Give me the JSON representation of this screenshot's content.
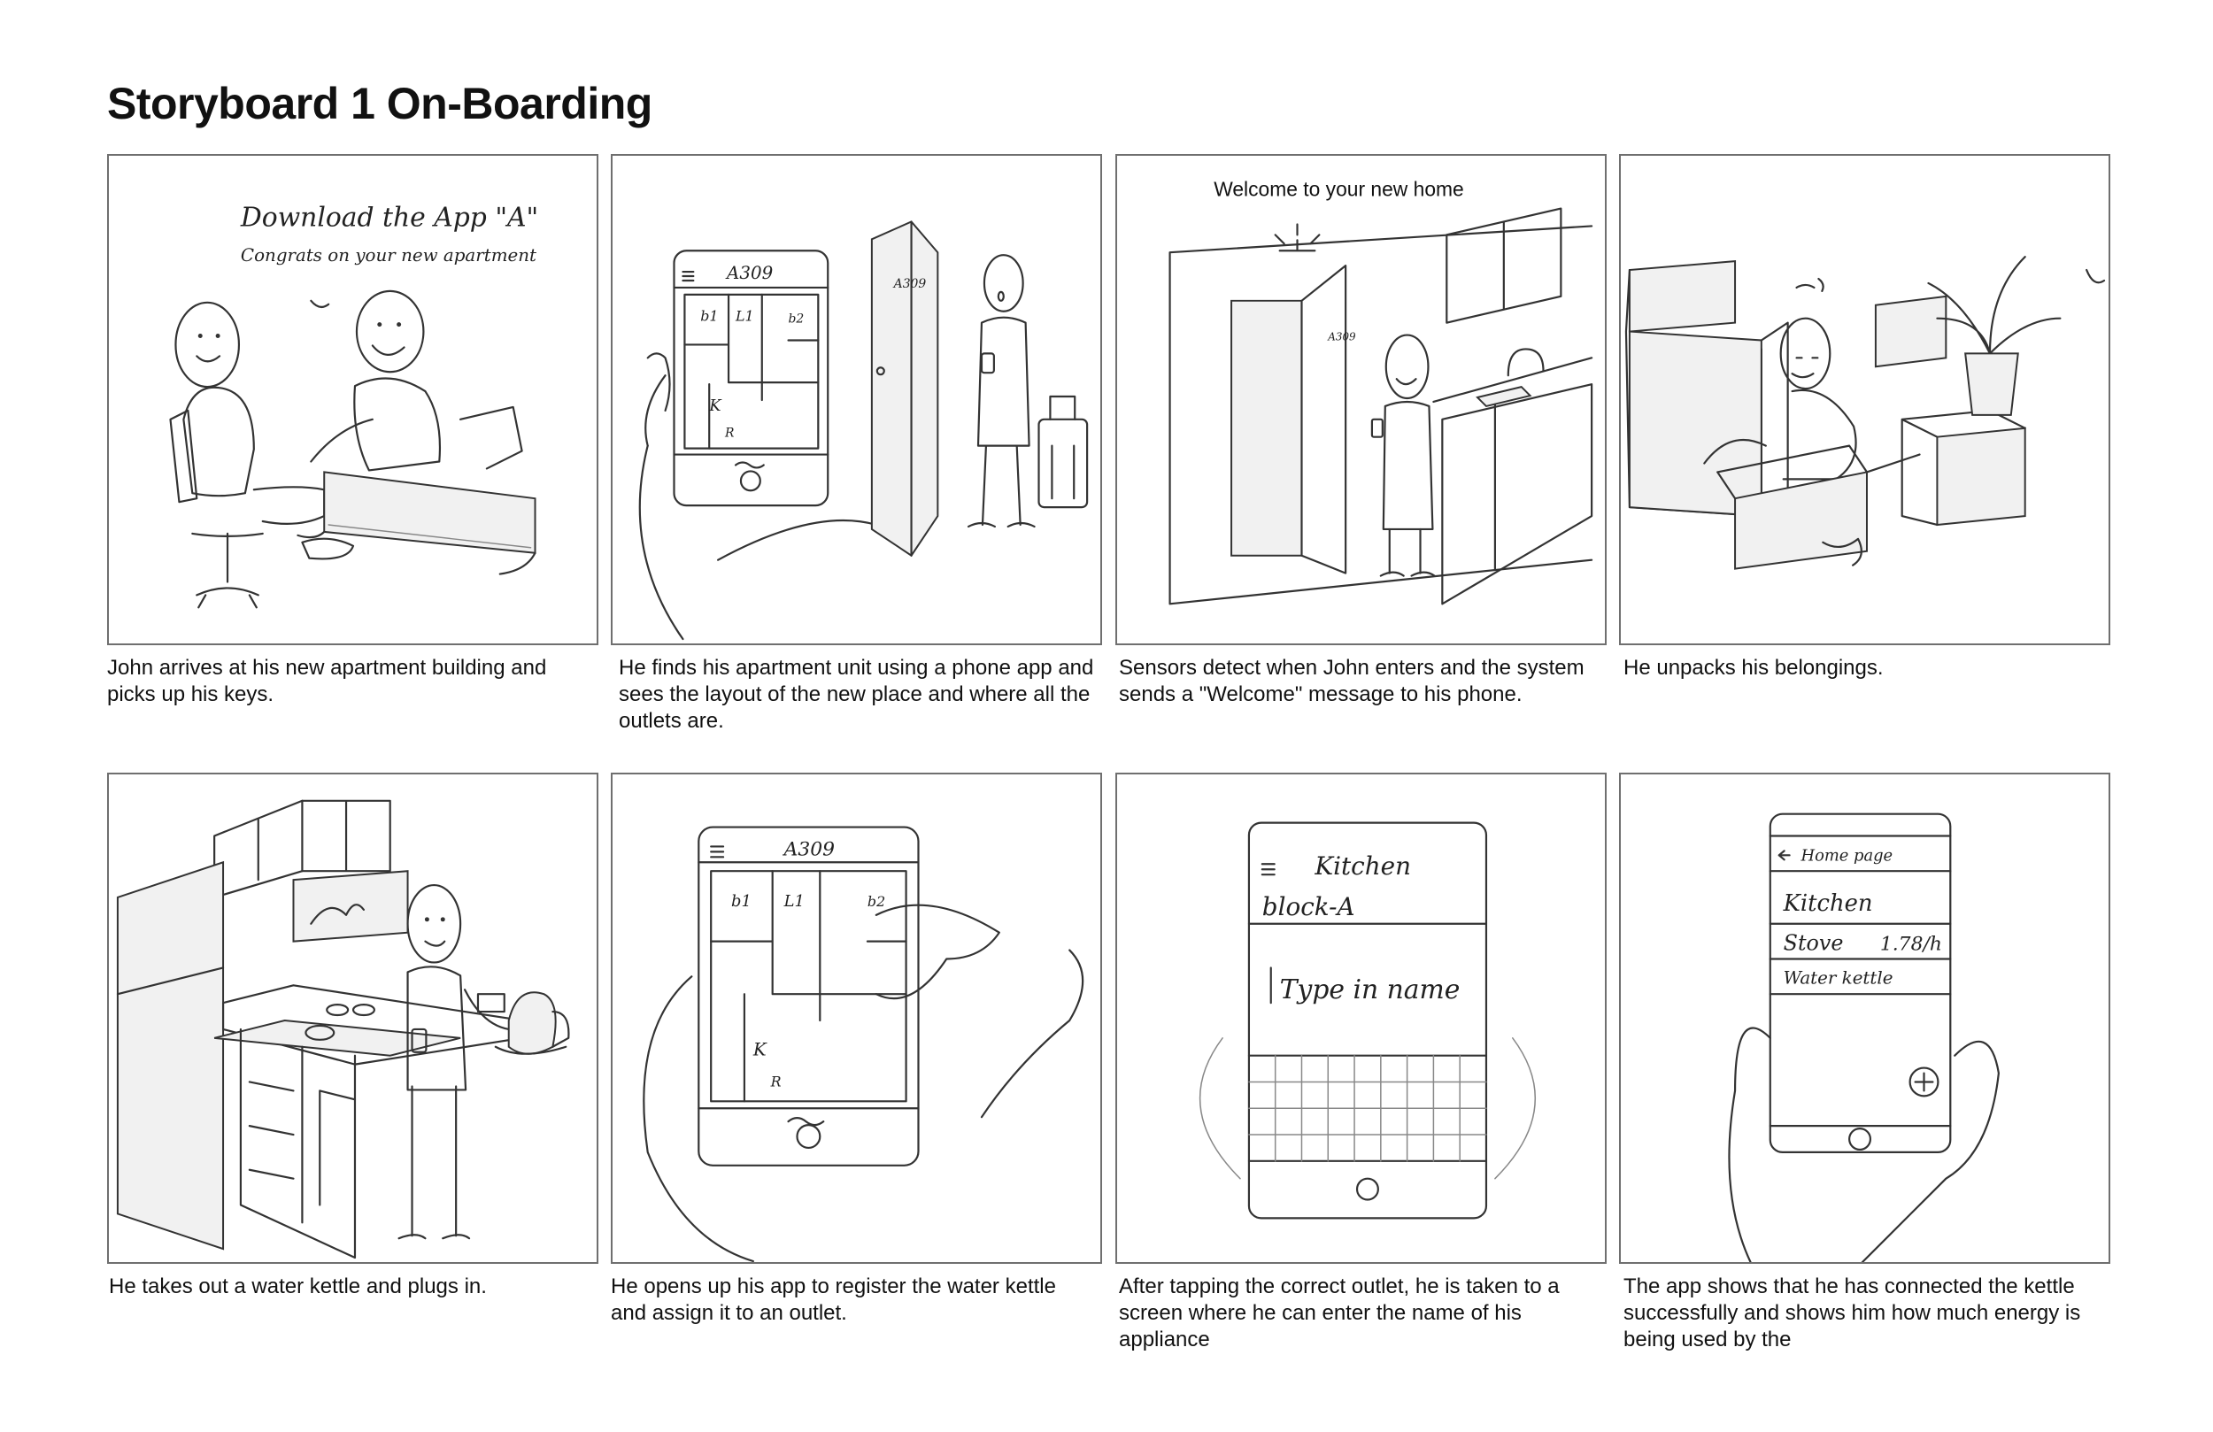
{
  "title": "Storyboard 1 On-Boarding",
  "panels": [
    {
      "sketch_text": [
        "Download the App \"A\"",
        "Congrats on your new apartment"
      ],
      "caption": "John arrives at his new apartment building and picks up his keys."
    },
    {
      "sketch_text": [
        "A309",
        "b1",
        "L1",
        "b2",
        "K",
        "R",
        "A309"
      ],
      "caption": "He finds his apartment unit using a phone app and sees the layout of the new place and where all the outlets are."
    },
    {
      "sketch_text": [
        "Welcome to your new home",
        "A309"
      ],
      "caption": "Sensors detect when John enters and the system sends a \"Welcome\" message to his phone."
    },
    {
      "sketch_text": [],
      "caption": "He unpacks his belongings."
    },
    {
      "sketch_text": [],
      "caption": "He takes out a water kettle and plugs in."
    },
    {
      "sketch_text": [
        "A309",
        "b1",
        "L1",
        "b2",
        "K",
        "R"
      ],
      "caption": "He opens up his app to register the water kettle and assign it to an outlet."
    },
    {
      "sketch_text": [
        "Kitchen",
        "block-A",
        "Type in name"
      ],
      "caption": "After tapping the correct outlet, he is taken to a screen where he can enter the name of his appliance"
    },
    {
      "sketch_text": [
        "Home page",
        "Kitchen",
        "Stove",
        "1.78/h",
        "Water kettle"
      ],
      "caption": "The app shows that he has connected the kettle successfully and shows him how much energy is being used by the"
    }
  ],
  "icons": [
    "menu-icon",
    "back-arrow-icon",
    "plus-icon",
    "home-button-icon"
  ],
  "colors": {
    "frame": "#6f6f6f",
    "ink": "#333333",
    "text": "#111111"
  }
}
